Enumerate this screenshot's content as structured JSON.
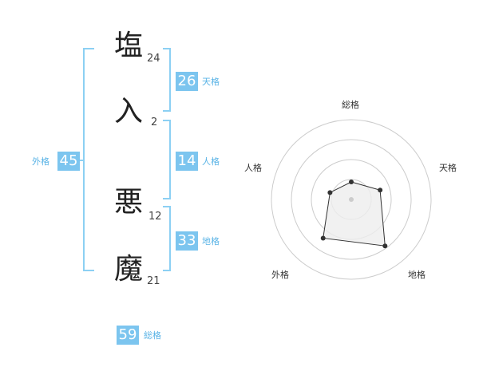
{
  "name": {
    "chars": [
      {
        "char": "塩",
        "strokes": "24"
      },
      {
        "char": "入",
        "strokes": "2"
      },
      {
        "char": "悪",
        "strokes": "12"
      },
      {
        "char": "魔",
        "strokes": "21"
      }
    ]
  },
  "kaku": {
    "tenkaku": {
      "value": "26",
      "label": "天格"
    },
    "jinkaku": {
      "value": "14",
      "label": "人格"
    },
    "chikaku": {
      "value": "33",
      "label": "地格"
    },
    "gaikaku": {
      "value": "45",
      "label": "外格"
    },
    "soukaku": {
      "value": "59",
      "label": "総格"
    }
  },
  "chart_data": {
    "type": "radar",
    "axes": [
      "総格",
      "天格",
      "地格",
      "外格",
      "人格"
    ],
    "values": [
      0.22,
      0.38,
      0.72,
      0.6,
      0.28
    ],
    "rings": 4,
    "colors": {
      "ring": "#cccccc",
      "fill": "#eeeeee",
      "line": "#333333",
      "center": "#cccccc"
    }
  }
}
